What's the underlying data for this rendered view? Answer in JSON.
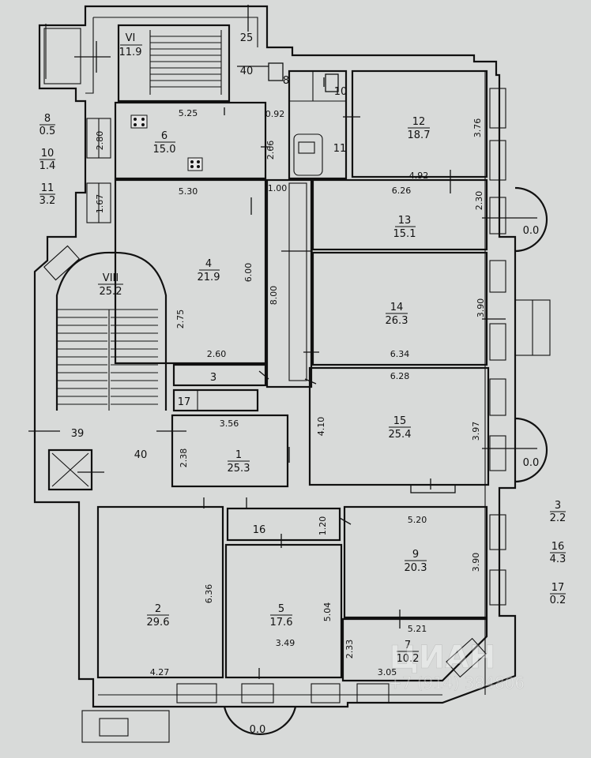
{
  "rooms": [
    {
      "id": "vi",
      "num": "VI",
      "area": "11.9"
    },
    {
      "id": "6",
      "num": "6",
      "area": "15.0"
    },
    {
      "id": "12",
      "num": "12",
      "area": "18.7"
    },
    {
      "id": "13",
      "num": "13",
      "area": "15.1"
    },
    {
      "id": "4",
      "num": "4",
      "area": "21.9"
    },
    {
      "id": "viii",
      "num": "VIII",
      "area": "25.2"
    },
    {
      "id": "14",
      "num": "14",
      "area": "26.3"
    },
    {
      "id": "15",
      "num": "15",
      "area": "25.4"
    },
    {
      "id": "1",
      "num": "1",
      "area": "25.3"
    },
    {
      "id": "2",
      "num": "2",
      "area": "29.6"
    },
    {
      "id": "5",
      "num": "5",
      "area": "17.6"
    },
    {
      "id": "9",
      "num": "9",
      "area": "20.3"
    },
    {
      "id": "7",
      "num": "7",
      "area": "10.2"
    }
  ],
  "small_labels": [
    "25",
    "40",
    "8",
    "10",
    "11",
    "3",
    "17",
    "39",
    "40",
    "16"
  ],
  "dimensions": [
    "5.25",
    "2.80",
    "2.66",
    "0.92",
    "1.00",
    "5.30",
    "1.67",
    "6.00",
    "2.75",
    "2.60",
    "8.00",
    "3.76",
    "4.92",
    "6.26",
    "2.30",
    "3.90",
    "6.34",
    "6.28",
    "4.10",
    "3.97",
    "3.56",
    "2.38",
    "1.20",
    "5.20",
    "3.90",
    "6.36",
    "5.04",
    "5.21",
    "2.33",
    "3.49",
    "4.27",
    "3.05"
  ],
  "balconies": [
    "0.0",
    "0.0",
    "0.0"
  ],
  "legend_left": [
    {
      "num": "8",
      "area": "0.5"
    },
    {
      "num": "10",
      "area": "1.4"
    },
    {
      "num": "11",
      "area": "3.2"
    }
  ],
  "legend_right": [
    {
      "num": "3",
      "area": "2.2"
    },
    {
      "num": "16",
      "area": "4.3"
    },
    {
      "num": "17",
      "area": "0.2"
    }
  ],
  "watermark": "ЦИАН",
  "watermark_id": "+7 (914) 384806"
}
